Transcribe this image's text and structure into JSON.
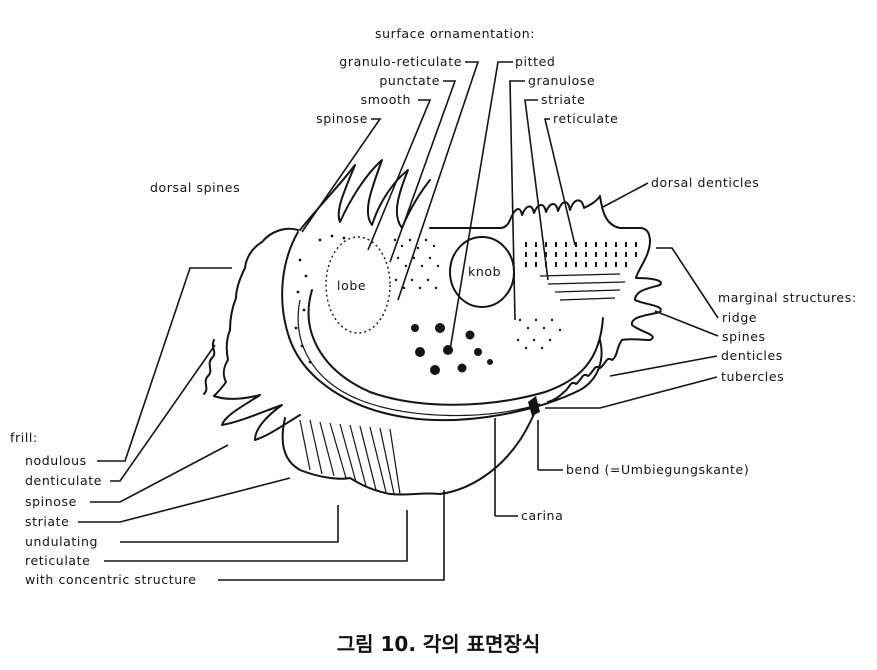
{
  "figure": {
    "caption": "그림 10. 각의 표면장식",
    "headers": {
      "surface_ornamentation": "surface ornamentation:",
      "marginal_structures": "marginal structures:",
      "frill": "frill:"
    },
    "surface_ornamentation_labels": {
      "granulo_reticulate": "granulo-reticulate",
      "punctate": "punctate",
      "smooth": "smooth",
      "spinose": "spinose",
      "pitted": "pitted",
      "granulose": "granulose",
      "striate": "striate",
      "reticulate": "reticulate"
    },
    "dorsal_labels": {
      "dorsal_spines": "dorsal spines",
      "dorsal_denticles": "dorsal denticles"
    },
    "inner_labels": {
      "lobe": "lobe",
      "knob": "knob"
    },
    "marginal_labels": {
      "ridge": "ridge",
      "spines": "spines",
      "denticles": "denticles",
      "tubercles": "tubercles"
    },
    "frill_labels": {
      "nodulous": "nodulous",
      "denticulate": "denticulate",
      "spinose": "spinose",
      "striate": "striate",
      "undulating": "undulating",
      "reticulate": "reticulate",
      "with_concentric_structure": "with concentric structure"
    },
    "other_labels": {
      "bend": "bend  (=Umbiegungskante)",
      "carina": "carina"
    }
  }
}
